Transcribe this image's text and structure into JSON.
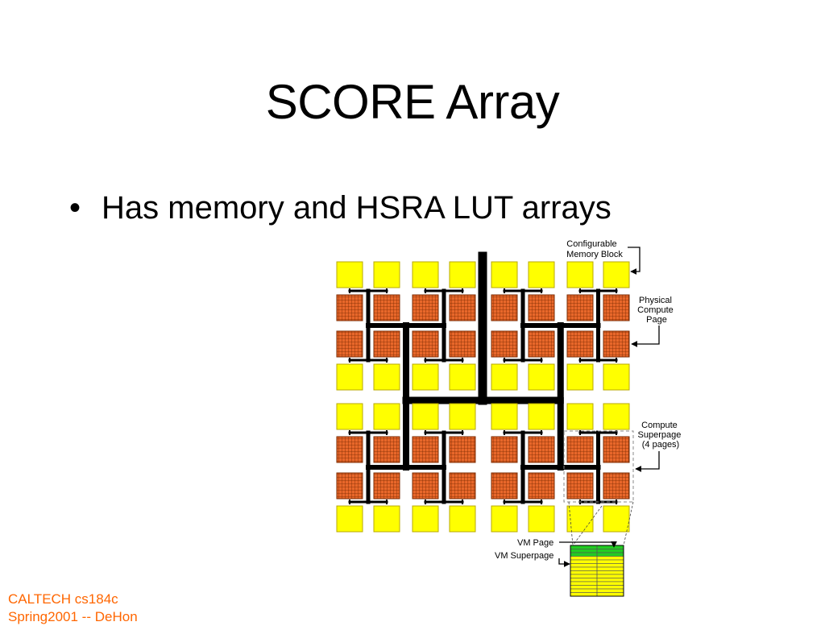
{
  "slide": {
    "title": "SCORE Array",
    "bullets": [
      {
        "bullet": "•",
        "text": "Has memory and HSRA LUT arrays"
      }
    ],
    "footer": {
      "line1": "CALTECH cs184c",
      "line2": "Spring2001 -- DeHon"
    }
  },
  "diagram": {
    "labels": {
      "memory_block": [
        "Configurable",
        "Memory Block"
      ],
      "compute_page": [
        "Physical",
        "Compute",
        "Page"
      ],
      "superpage": [
        "Compute",
        "Superpage",
        "(4 pages)"
      ],
      "vm_page": "VM Page",
      "vm_superpage": "VM Superpage"
    },
    "colors": {
      "memory": "#ffff00",
      "compute": "#e8672a",
      "compute_grid": "#7a2a00",
      "wire": "#000000",
      "vm_highlight": "#22cc22",
      "footer_text": "#ff6600"
    }
  }
}
